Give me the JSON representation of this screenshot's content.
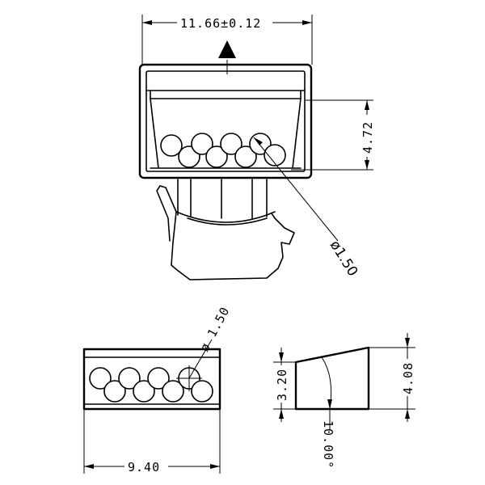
{
  "dimensions": {
    "top_width": "11.66±0.12",
    "top_height": "4.72",
    "top_hole_diameter": "ø1.50",
    "front_hole_diameter": "ø 1.50",
    "front_width": "9.40",
    "side_short_height": "3.20",
    "side_tall_height": "4.08",
    "side_angle": "10.00°"
  }
}
